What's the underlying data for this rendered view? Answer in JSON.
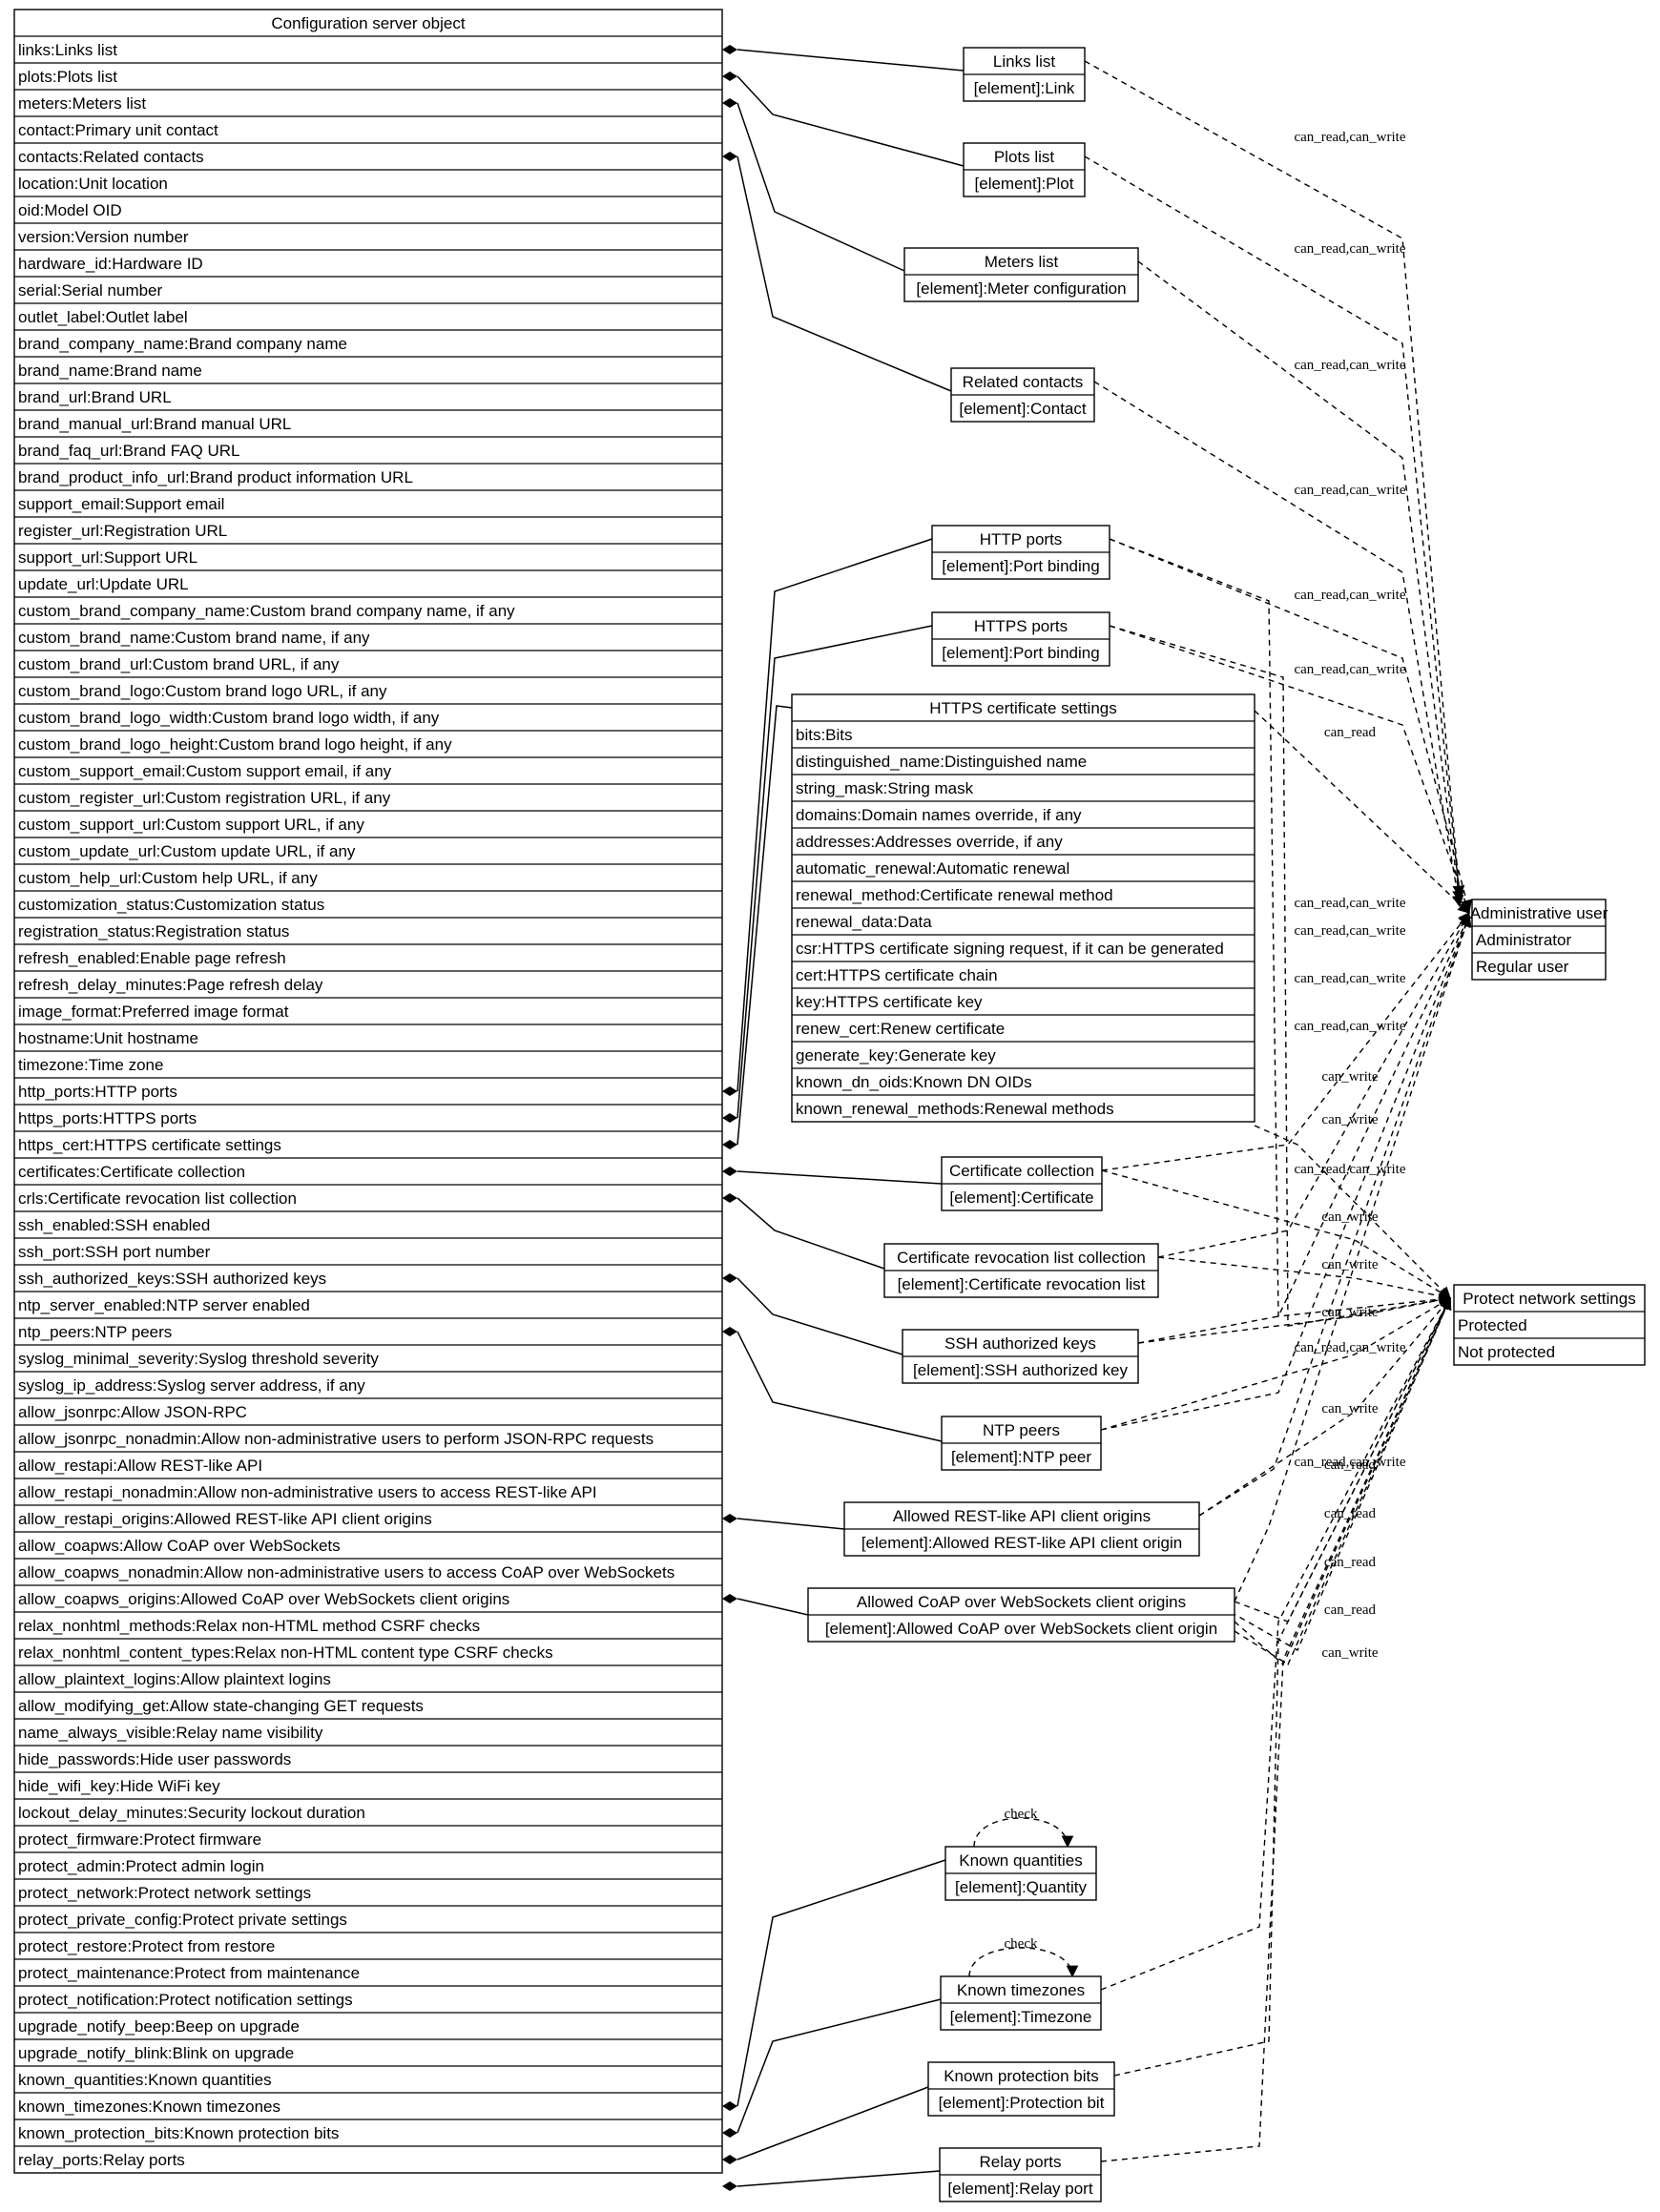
{
  "main_object": {
    "title": "Configuration server object",
    "fields": [
      "links:Links list",
      "plots:Plots list",
      "meters:Meters list",
      "contact:Primary unit contact",
      "contacts:Related contacts",
      "location:Unit location",
      "oid:Model OID",
      "version:Version number",
      "hardware_id:Hardware ID",
      "serial:Serial number",
      "outlet_label:Outlet label",
      "brand_company_name:Brand company name",
      "brand_name:Brand name",
      "brand_url:Brand URL",
      "brand_manual_url:Brand manual URL",
      "brand_faq_url:Brand FAQ URL",
      "brand_product_info_url:Brand product information URL",
      "support_email:Support email",
      "register_url:Registration URL",
      "support_url:Support URL",
      "update_url:Update URL",
      "custom_brand_company_name:Custom brand company name, if any",
      "custom_brand_name:Custom brand name, if any",
      "custom_brand_url:Custom brand URL, if any",
      "custom_brand_logo:Custom brand logo URL, if any",
      "custom_brand_logo_width:Custom brand logo width, if any",
      "custom_brand_logo_height:Custom brand logo height, if any",
      "custom_support_email:Custom support email, if any",
      "custom_register_url:Custom registration URL, if any",
      "custom_support_url:Custom support URL, if any",
      "custom_update_url:Custom update URL, if any",
      "custom_help_url:Custom help URL, if any",
      "customization_status:Customization status",
      "registration_status:Registration status",
      "refresh_enabled:Enable page refresh",
      "refresh_delay_minutes:Page refresh delay",
      "image_format:Preferred image format",
      "hostname:Unit hostname",
      "timezone:Time zone",
      "http_ports:HTTP ports",
      "https_ports:HTTPS ports",
      "https_cert:HTTPS certificate settings",
      "certificates:Certificate collection",
      "crls:Certificate revocation list collection",
      "ssh_enabled:SSH enabled",
      "ssh_port:SSH port number",
      "ssh_authorized_keys:SSH authorized keys",
      "ntp_server_enabled:NTP server enabled",
      "ntp_peers:NTP peers",
      "syslog_minimal_severity:Syslog threshold severity",
      "syslog_ip_address:Syslog server address, if any",
      "allow_jsonrpc:Allow JSON-RPC",
      "allow_jsonrpc_nonadmin:Allow non-administrative users to perform JSON-RPC requests",
      "allow_restapi:Allow REST-like API",
      "allow_restapi_nonadmin:Allow non-administrative users to access REST-like API",
      "allow_restapi_origins:Allowed REST-like API client origins",
      "allow_coapws:Allow CoAP over WebSockets",
      "allow_coapws_nonadmin:Allow non-administrative users to access CoAP over WebSockets",
      "allow_coapws_origins:Allowed CoAP over WebSockets client origins",
      "relax_nonhtml_methods:Relax non-HTML method CSRF checks",
      "relax_nonhtml_content_types:Relax non-HTML content type CSRF checks",
      "allow_plaintext_logins:Allow plaintext logins",
      "allow_modifying_get:Allow state-changing GET requests",
      "name_always_visible:Relay name visibility",
      "hide_passwords:Hide user passwords",
      "hide_wifi_key:Hide WiFi key",
      "lockout_delay_minutes:Security lockout duration",
      "protect_firmware:Protect firmware",
      "protect_admin:Protect admin login",
      "protect_network:Protect network settings",
      "protect_private_config:Protect private settings",
      "protect_restore:Protect from restore",
      "protect_maintenance:Protect from maintenance",
      "protect_notification:Protect notification settings",
      "upgrade_notify_beep:Beep on upgrade",
      "upgrade_notify_blink:Blink on upgrade",
      "known_quantities:Known quantities",
      "known_timezones:Known timezones",
      "known_protection_bits:Known protection bits",
      "relay_ports:Relay ports"
    ]
  },
  "collections": [
    {
      "id": "links",
      "title": "Links list",
      "element": "[element]:Link"
    },
    {
      "id": "plots",
      "title": "Plots list",
      "element": "[element]:Plot"
    },
    {
      "id": "meters",
      "title": "Meters list",
      "element": "[element]:Meter configuration"
    },
    {
      "id": "contacts",
      "title": "Related contacts",
      "element": "[element]:Contact"
    },
    {
      "id": "http",
      "title": "HTTP ports",
      "element": "[element]:Port binding"
    },
    {
      "id": "https",
      "title": "HTTPS ports",
      "element": "[element]:Port binding"
    },
    {
      "id": "certs",
      "title": "Certificate collection",
      "element": "[element]:Certificate"
    },
    {
      "id": "crls",
      "title": "Certificate revocation list collection",
      "element": "[element]:Certificate revocation list"
    },
    {
      "id": "ssh",
      "title": "SSH authorized keys",
      "element": "[element]:SSH authorized key"
    },
    {
      "id": "ntp",
      "title": "NTP peers",
      "element": "[element]:NTP peer"
    },
    {
      "id": "rest",
      "title": "Allowed REST-like API client origins",
      "element": "[element]:Allowed REST-like API client origin"
    },
    {
      "id": "coap",
      "title": "Allowed CoAP over WebSockets client origins",
      "element": "[element]:Allowed CoAP over WebSockets client origin"
    },
    {
      "id": "quantities",
      "title": "Known quantities",
      "element": "[element]:Quantity"
    },
    {
      "id": "timezones",
      "title": "Known timezones",
      "element": "[element]:Timezone"
    },
    {
      "id": "protbits",
      "title": "Known protection bits",
      "element": "[element]:Protection bit"
    },
    {
      "id": "relays",
      "title": "Relay ports",
      "element": "[element]:Relay port"
    }
  ],
  "cert_settings": {
    "title": "HTTPS certificate settings",
    "fields": [
      "bits:Bits",
      "distinguished_name:Distinguished name",
      "string_mask:String mask",
      "domains:Domain names override, if any",
      "addresses:Addresses override, if any",
      "automatic_renewal:Automatic renewal",
      "renewal_method:Certificate renewal method",
      "renewal_data:Data",
      "csr:HTTPS certificate signing request, if it can be generated",
      "cert:HTTPS certificate chain",
      "key:HTTPS certificate key",
      "renew_cert:Renew certificate",
      "generate_key:Generate key",
      "known_dn_oids:Known DN OIDs",
      "known_renewal_methods:Renewal methods"
    ]
  },
  "admin_user": {
    "title": "Administrative user",
    "options": [
      "Administrator",
      "Regular user"
    ]
  },
  "protect_network": {
    "title": "Protect network settings",
    "options": [
      "Protected",
      "Not protected"
    ]
  },
  "labels": {
    "rw": "can_read,can_write",
    "read": "can_read",
    "write": "can_write",
    "check": "check"
  }
}
